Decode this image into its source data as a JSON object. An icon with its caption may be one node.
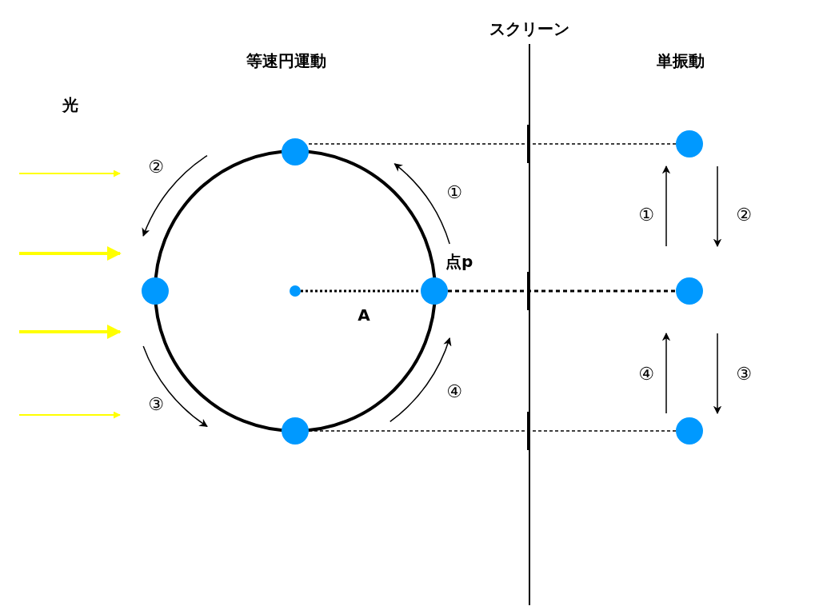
{
  "diagram": {
    "nodes": [
      {
        "text": [],
        "shape": "circle"
      },
      {
        "text": [],
        "shape": "circle"
      },
      {
        "text": [],
        "shape": "circle"
      },
      {
        "text": [],
        "shape": "circle",
        "in": 0
      },
      {
        "text": [],
        "shape": "circle",
        "beside": [
          "点p"
        ]
      },
      {
        "text": [],
        "shape": "circle"
      },
      {
        "text": [],
        "shape": "circle"
      },
      {
        "text": [],
        "shape": "circle"
      },
      {
        "text": [],
        "shape": "circle"
      }
    ],
    "edges": [
      {
        "from": 1,
        "to": 6,
        "arrow": "none",
        "style": "dashed"
      },
      {
        "from": 3,
        "to": 4,
        "arrow": "none",
        "style": "dashed",
        "label": "A"
      },
      {
        "from": 4,
        "to": 7,
        "arrow": "none",
        "style": "dashed"
      },
      {
        "from": 5,
        "to": 8,
        "arrow": "none",
        "style": "dashed"
      }
    ],
    "labels": [
      "スクリーン",
      "等速円運動",
      "単振動",
      "光",
      "②",
      "①",
      "①",
      "②",
      "④",
      "③",
      "④",
      "③"
    ]
  }
}
